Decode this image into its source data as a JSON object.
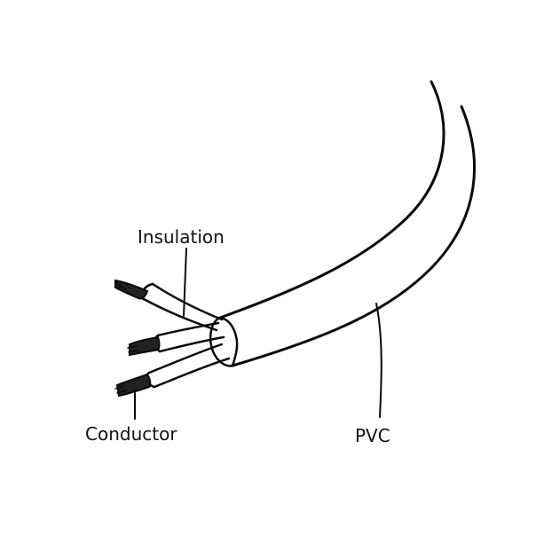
{
  "labels": {
    "insulation": "Insulation",
    "conductor": "Conductor",
    "pvc": "PVC"
  },
  "colors": {
    "stroke": "#0a0a0a",
    "fill": "#ffffff",
    "conductor": "#222222"
  }
}
